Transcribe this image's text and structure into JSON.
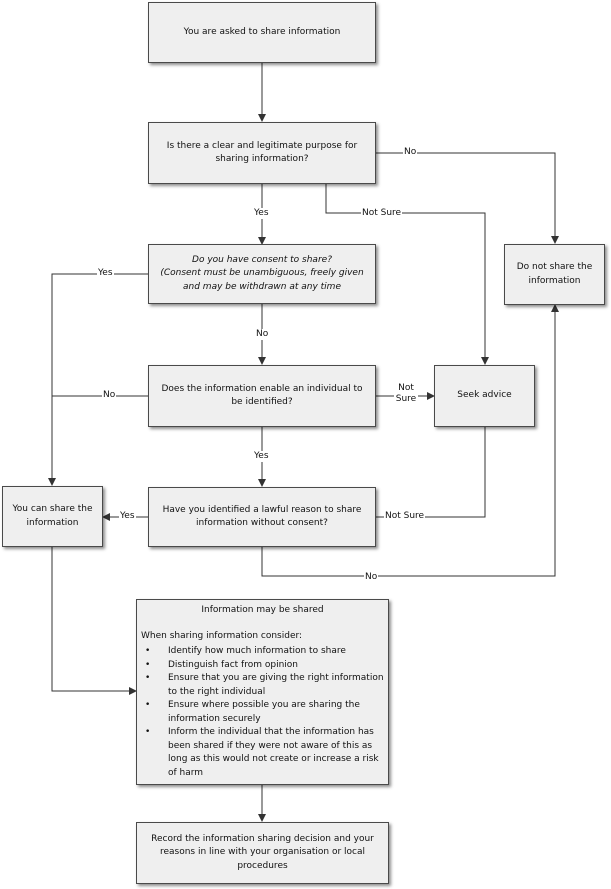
{
  "boxes": {
    "start": "You are asked to share information",
    "purpose": "Is there a clear and legitimate purpose for sharing information?",
    "consent_q": "Do you have consent to share?",
    "consent_note": "(Consent must be unambiguous, freely given and may be withdrawn at any time",
    "identify": "Does the information enable an individual to be identified?",
    "lawful": "Have you identified a lawful reason to share information without consent?",
    "do_not_share": "Do not share the information",
    "seek_advice": "Seek advice",
    "can_share": "You can share the information",
    "may_be_shared": {
      "title": "Information may be shared",
      "intro": "When sharing information consider:",
      "items": [
        "Identify how much information to share",
        "Distinguish fact from opinion",
        "Ensure that you are giving the right information to the right individual",
        "Ensure where possible you are sharing the information securely",
        "Inform the individual that the information has been shared if they were not aware of this as long as this would not create or increase a risk of harm"
      ]
    },
    "record": "Record the information sharing decision and your reasons in line with your organisation or local procedures"
  },
  "labels": {
    "purpose_no": "No",
    "purpose_yes": "Yes",
    "purpose_not_sure": "Not Sure",
    "consent_yes": "Yes",
    "consent_no": "No",
    "identify_no": "No",
    "identify_not_sure": "Not Sure",
    "identify_yes": "Yes",
    "lawful_yes": "Yes",
    "lawful_not_sure": "Not Sure",
    "lawful_no": "No"
  },
  "colors": {
    "box_fill": "#efefef",
    "box_border": "#4a4a4a",
    "line": "#333333"
  }
}
